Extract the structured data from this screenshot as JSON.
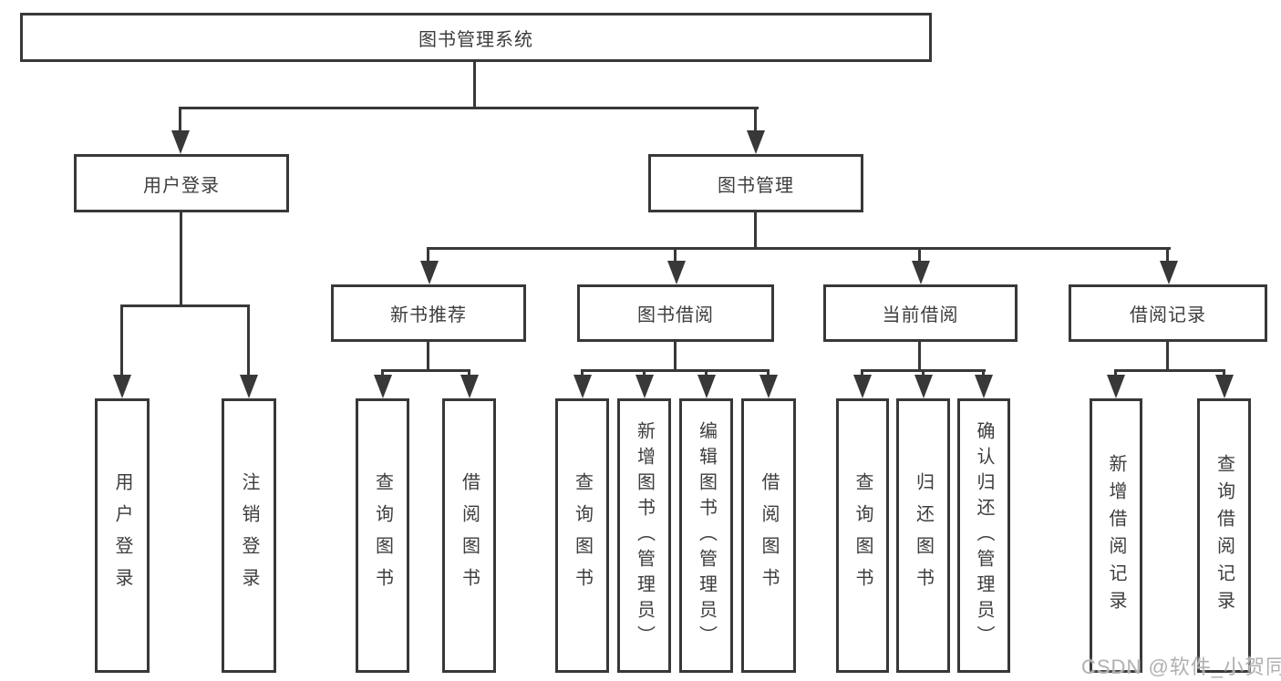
{
  "diagram": {
    "title": "图书管理系统",
    "watermark": "CSDN @软件_小贺同学",
    "colors": {
      "line": "#383838",
      "text": "#3d3d3d",
      "watermark": "#b0b0b0",
      "background": "#ffffff"
    },
    "tree": {
      "label": "图书管理系统",
      "children": [
        {
          "label": "用户登录",
          "children": [
            {
              "label": "用户登录"
            },
            {
              "label": "注销登录"
            }
          ]
        },
        {
          "label": "图书管理",
          "children": [
            {
              "label": "新书推荐",
              "children": [
                {
                  "label": "查询图书"
                },
                {
                  "label": "借阅图书"
                }
              ]
            },
            {
              "label": "图书借阅",
              "children": [
                {
                  "label": "查询图书"
                },
                {
                  "label": "新增图书（管理员）"
                },
                {
                  "label": "编辑图书（管理员）"
                },
                {
                  "label": "借阅图书"
                }
              ]
            },
            {
              "label": "当前借阅",
              "children": [
                {
                  "label": "查询图书"
                },
                {
                  "label": "归还图书"
                },
                {
                  "label": "确认归还（管理员）"
                }
              ]
            },
            {
              "label": "借阅记录",
              "children": [
                {
                  "label": "新增借阅记录"
                },
                {
                  "label": "查询借阅记录"
                }
              ]
            }
          ]
        }
      ]
    }
  }
}
